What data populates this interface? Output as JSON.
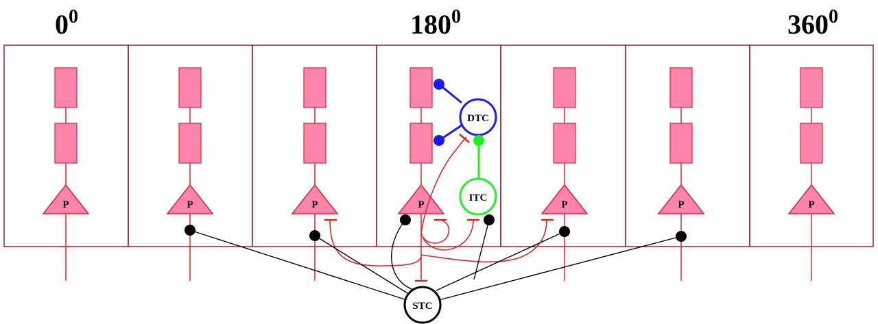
{
  "angles": {
    "left": {
      "value": "0",
      "sup": "0"
    },
    "middle": {
      "value": "180",
      "sup": "0"
    },
    "right": {
      "value": "360",
      "sup": "0"
    }
  },
  "cell_label": "P",
  "interneurons": {
    "dtc": "DTC",
    "itc": "ITC",
    "stc": "STC"
  },
  "colors": {
    "column_border": "#a01e2a",
    "dendrite_fill": "#ff85ad",
    "connection_red": "#e8202a",
    "dtc": "#1a1aee",
    "itc": "#22ee22",
    "stc": "#000000"
  }
}
